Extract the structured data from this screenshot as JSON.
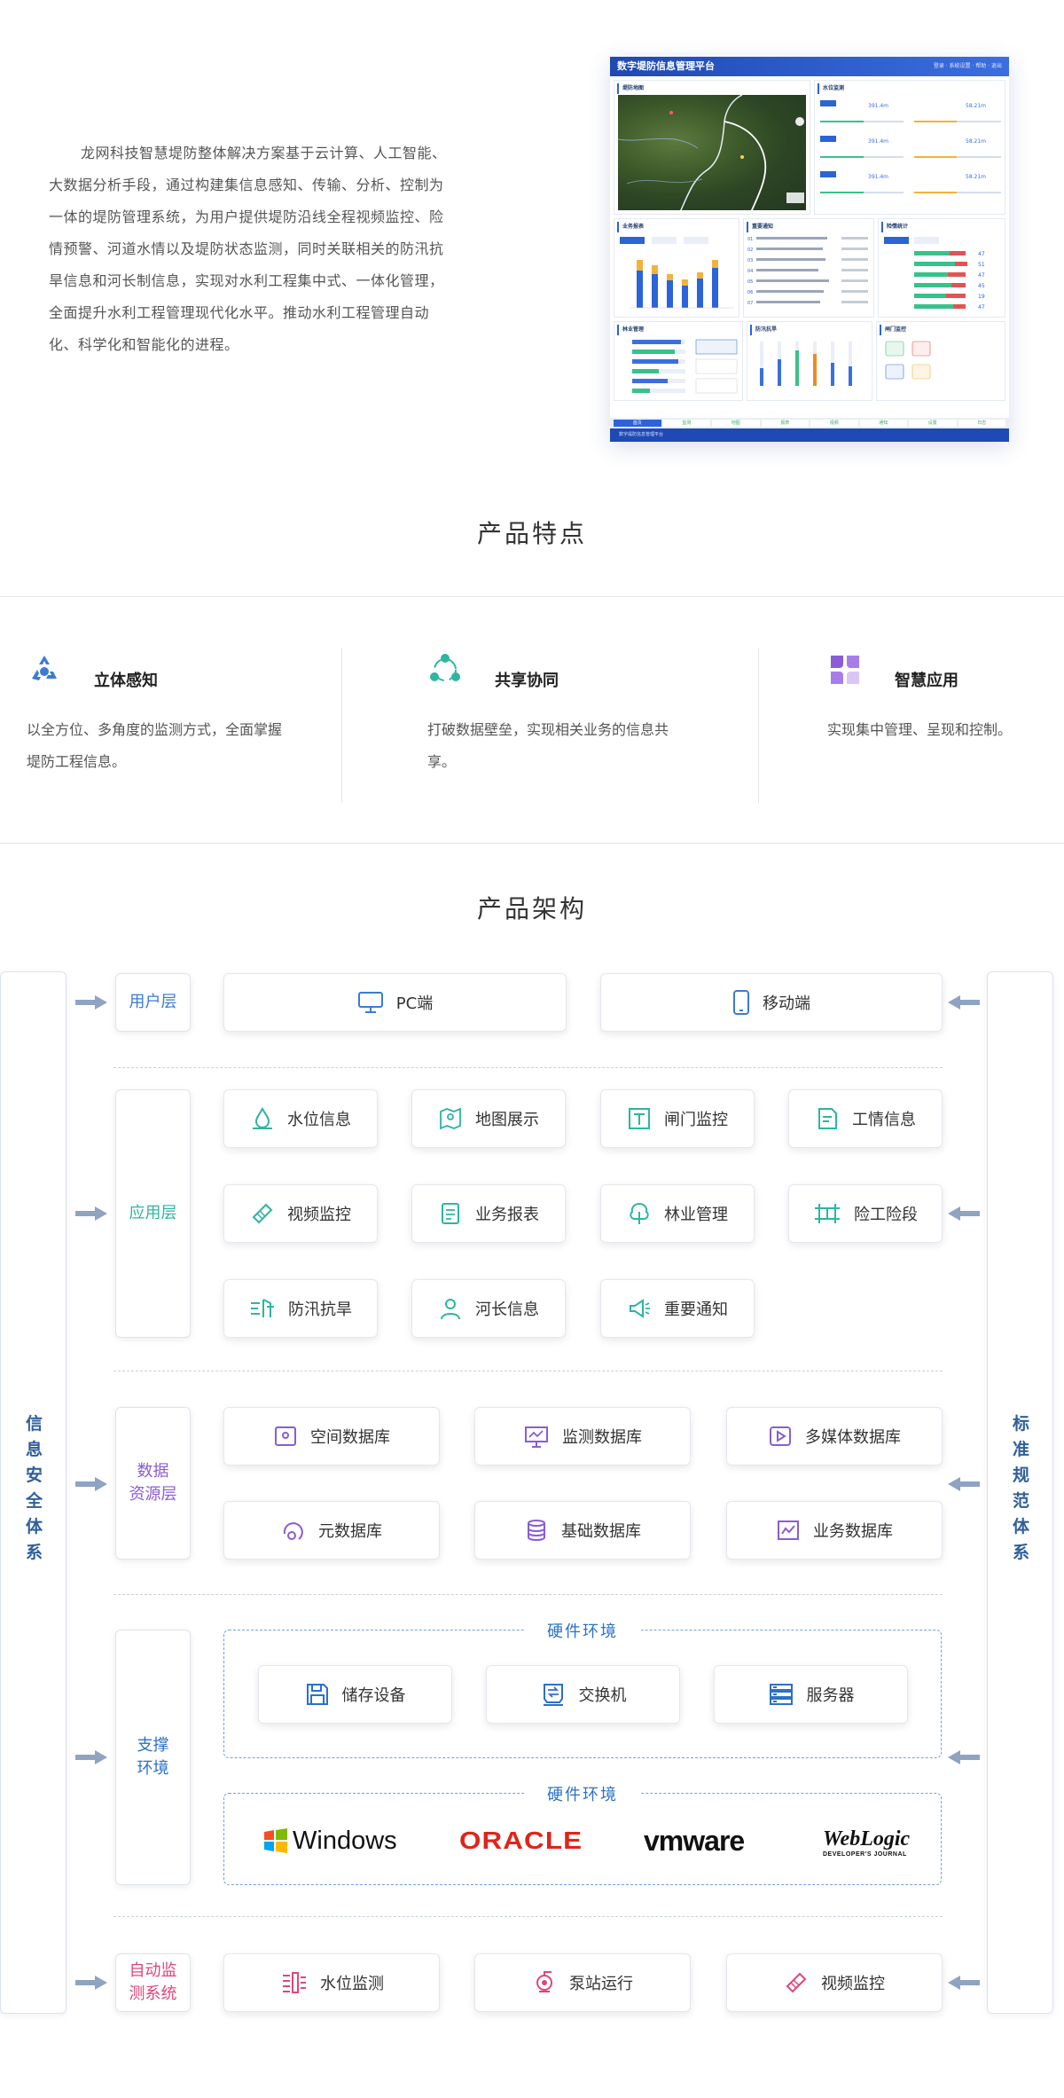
{
  "intro": {
    "text": "龙网科技智慧堤防整体解决方案基于云计算、人工智能、大数据分析手段，通过构建集信息感知、传输、分析、控制为一体的堤防管理系统，为用户提供堤防沿线全程视频监控、险情预警、河道水情以及堤防状态监测，同时关联相关的防汛抗旱信息和河长制信息，实现对水利工程集中式、一体化管理，全面提升水利工程管理现代化水平。推动水利工程管理自动化、科学化和智能化的进程。"
  },
  "dashboard": {
    "title": "数字堤防信息管理平台",
    "header_right": "登录  ·  系统设置  ·  帮助  ·  退出",
    "panel_map": "堤防地图",
    "panel_water": "水位监测",
    "panel_report": "业务报表",
    "panel_notice": "重要通知",
    "panel_stats": "险情统计",
    "panel_forest": "林业管理",
    "panel_flood": "防汛抗旱",
    "panel_gate": "闸门监控",
    "tabs": [
      "首页",
      "监测",
      "地图",
      "报表",
      "视频",
      "通知",
      "设置",
      "日志"
    ],
    "footer": "数字堤防信息管理平台"
  },
  "features": {
    "title": "产品特点",
    "items": [
      {
        "title": "立体感知",
        "desc": "以全方位、多角度的监测方式，全面掌握堤防工程信息。"
      },
      {
        "title": "共享协同",
        "desc": "打破数据壁垒，实现相关业务的信息共享。"
      },
      {
        "title": "智慧应用",
        "desc": "实现集中管理、呈现和控制。"
      }
    ]
  },
  "architecture": {
    "title": "产品架构",
    "left_sidebar": [
      "信",
      "息",
      "安",
      "全",
      "体",
      "系"
    ],
    "right_sidebar": [
      "标",
      "准",
      "规",
      "范",
      "体",
      "系"
    ],
    "user_layer": {
      "label": "用户层",
      "items": [
        "PC端",
        "移动端"
      ]
    },
    "app_layer": {
      "label": "应用层",
      "items": [
        "水位信息",
        "地图展示",
        "闸门监控",
        "工情信息",
        "视频监控",
        "业务报表",
        "林业管理",
        "险工险段",
        "防汛抗旱",
        "河长信息",
        "重要通知"
      ]
    },
    "data_layer": {
      "label_line1": "数据",
      "label_line2": "资源层",
      "items": [
        "空间数据库",
        "监测数据库",
        "多媒体数据库",
        "元数据库",
        "基础数据库",
        "业务数据库"
      ]
    },
    "support_layer": {
      "label_line1": "支撑",
      "label_line2": "环境",
      "hardware_label": "硬件环境",
      "hardware_items": [
        "储存设备",
        "交换机",
        "服务器"
      ],
      "software_label": "硬件环境",
      "software_logos": [
        "Windows",
        "ORACLE",
        "vmware",
        "WebLogic"
      ],
      "weblogic_sub": "DEVELOPER'S JOURNAL"
    },
    "auto_layer": {
      "label_line1": "自动监",
      "label_line2": "测系统",
      "items": [
        "水位监测",
        "泵站运行",
        "视频监控"
      ]
    }
  },
  "colors": {
    "user_layer": "#3a7bd5",
    "app_layer": "#2eb5a0",
    "data_layer": "#8a5cd6",
    "support_layer": "#2c70c8",
    "auto_layer": "#e0457b",
    "sidebar_text": "#2f5f9a",
    "arrow": "#8fa3c2"
  }
}
